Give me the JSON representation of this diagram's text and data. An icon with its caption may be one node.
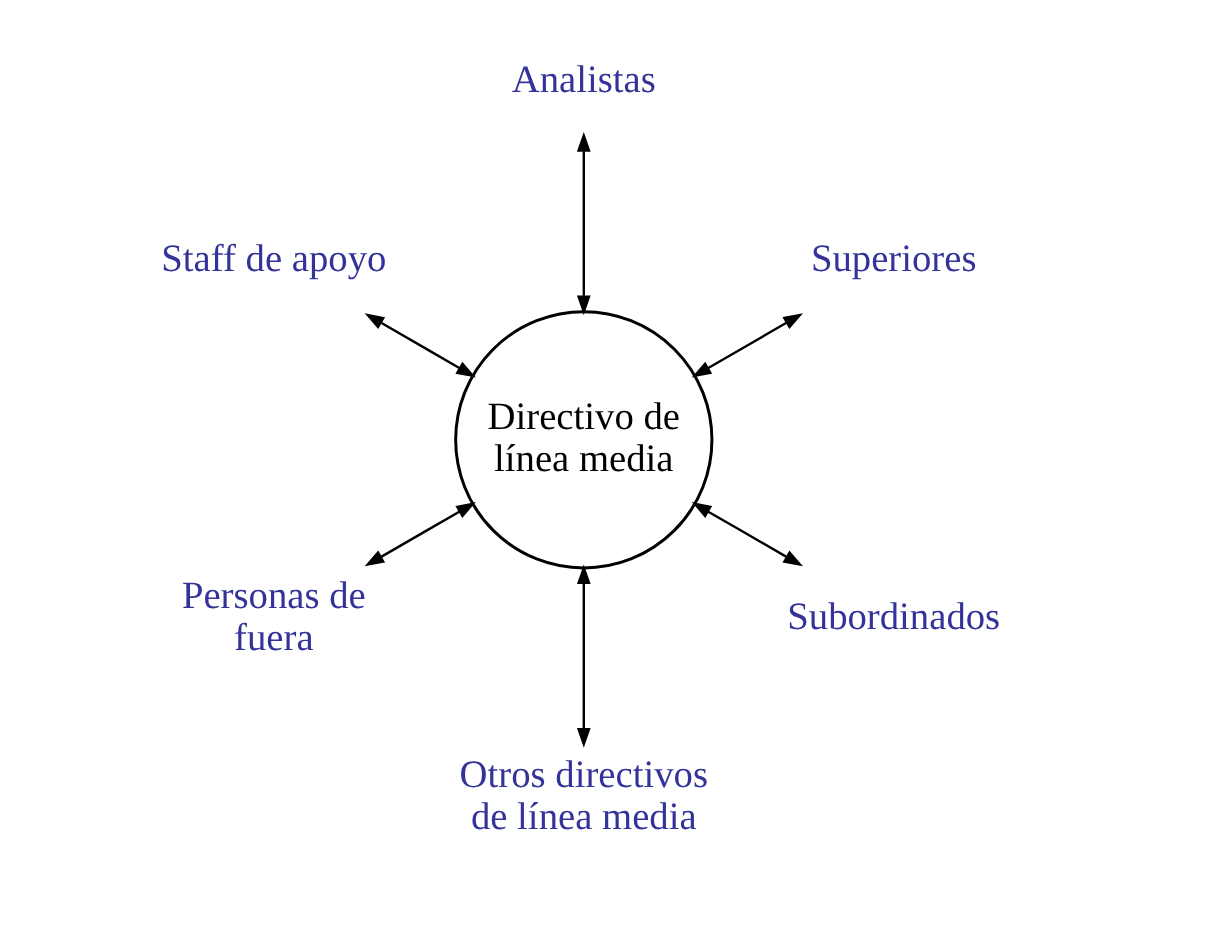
{
  "diagram": {
    "nodes": [
      {
        "text": [
          "Directivo de línea media"
        ]
      },
      {
        "text": [
          "Superiores"
        ]
      },
      {
        "text": [
          "Analistas"
        ]
      },
      {
        "text": [
          "Staff de apoyo"
        ]
      },
      {
        "text": [
          "Personas de fuera"
        ]
      },
      {
        "text": [
          "Otros directivos de línea media"
        ]
      },
      {
        "text": [
          "Subordinados"
        ]
      }
    ],
    "edges": [
      {
        "from": 0,
        "to": 1,
        "arrow": "both"
      },
      {
        "from": 0,
        "to": 2,
        "arrow": "both"
      },
      {
        "from": 0,
        "to": 3,
        "arrow": "both"
      },
      {
        "from": 0,
        "to": 4,
        "arrow": "both"
      },
      {
        "from": 0,
        "to": 5,
        "arrow": "both"
      },
      {
        "from": 0,
        "to": 6,
        "arrow": "both"
      }
    ]
  }
}
